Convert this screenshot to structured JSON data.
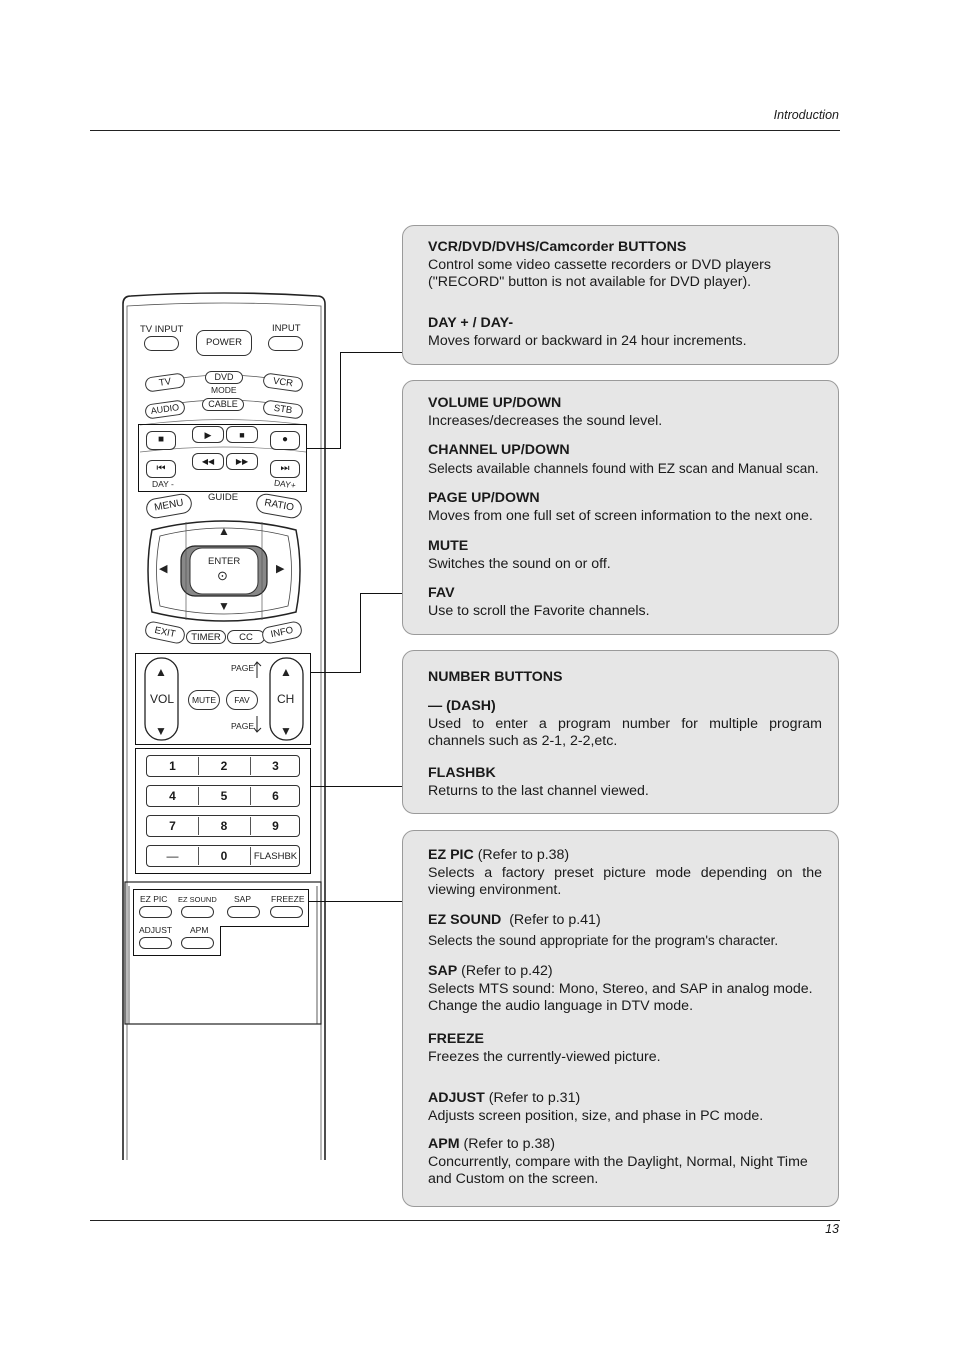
{
  "page": {
    "section": "Introduction",
    "number": "13"
  },
  "remote": {
    "top_labels": {
      "tv_input": "TV INPUT",
      "power": "POWER",
      "input": "INPUT"
    },
    "mode": {
      "tv": "TV",
      "dvd": "DVD",
      "mode": "MODE",
      "vcr": "VCR",
      "audio": "AUDIO",
      "cable": "CABLE",
      "stb": "STB"
    },
    "transport": {
      "play": "▶",
      "stop": "■",
      "rec": "●",
      "skip_back": "⏮",
      "rew": "◀◀",
      "ff": "▶▶",
      "skip_fwd": "⏭",
      "day_minus": "DAY -",
      "day_plus": "DAY+"
    },
    "nav": {
      "menu": "MENU",
      "guide": "GUIDE",
      "ratio": "RATIO",
      "enter": "ENTER",
      "enter_dot": "⊙",
      "up": "▲",
      "down": "▼",
      "left": "◀",
      "right": "▶"
    },
    "nav_bottom": {
      "exit": "EXIT",
      "timer": "TIMER",
      "cc": "CC",
      "info": "INFO"
    },
    "volch": {
      "vol": "VOL",
      "ch": "CH",
      "mute": "MUTE",
      "fav": "FAV",
      "page": "PAGE",
      "up": "▲",
      "down": "▼"
    },
    "numbers": [
      "1",
      "2",
      "3",
      "4",
      "5",
      "6",
      "7",
      "8",
      "9",
      "—",
      "0",
      "FLASHBK"
    ],
    "bottom": {
      "ez_pic": "EZ PIC",
      "ez_sound": "EZ SOUND",
      "sap": "SAP",
      "freeze": "FREEZE",
      "adjust": "ADJUST",
      "apm": "APM"
    }
  },
  "boxes": [
    {
      "sections": [
        {
          "title": "VCR/DVD/DVHS/Camcorder BUTTONS",
          "body": "Control some video cassette recorders or DVD players (\"RECORD\" button is not available for DVD player)."
        },
        {
          "title": "DAY + / DAY-",
          "body": "Moves forward or backward in 24 hour increments."
        }
      ]
    },
    {
      "sections": [
        {
          "title": "VOLUME UP/DOWN",
          "body": "Increases/decreases the sound level."
        },
        {
          "title": "CHANNEL UP/DOWN",
          "body": "Selects available channels found with EZ scan and Manual scan."
        },
        {
          "title": "PAGE UP/DOWN",
          "body": "Moves from one full set of screen information to the next one."
        },
        {
          "title": "MUTE",
          "body": "Switches the sound on or off."
        },
        {
          "title": "FAV",
          "body": "Use to scroll the Favorite channels."
        }
      ]
    },
    {
      "sections": [
        {
          "title": "NUMBER BUTTONS",
          "body": ""
        },
        {
          "title": "— (DASH)",
          "body": "Used to enter a program number for multiple program channels such as 2-1, 2-2,etc."
        },
        {
          "title": "FLASHBK",
          "body": "Returns to the last channel viewed."
        }
      ]
    },
    {
      "sections": [
        {
          "title": "EZ PIC",
          "ref": "(Refer to p.38)",
          "body": "Selects a factory preset picture mode depending on the viewing environment."
        },
        {
          "title": "EZ SOUND",
          "ref": "(Refer to p.41)",
          "body": "Selects the sound appropriate for the program's character."
        },
        {
          "title": "SAP",
          "ref": "(Refer to p.42)",
          "body": "Selects MTS sound: Mono, Stereo, and SAP in analog mode. Change the audio language in DTV mode."
        },
        {
          "title": "FREEZE",
          "body": "Freezes the currently-viewed picture."
        },
        {
          "title": "ADJUST",
          "ref": "(Refer to p.31)",
          "body": "Adjusts screen position, size, and phase in PC mode."
        },
        {
          "title": "APM",
          "ref": "(Refer to p.38)",
          "body": "Concurrently, compare with the Daylight, Normal, Night Time and Custom on the screen."
        }
      ]
    }
  ]
}
